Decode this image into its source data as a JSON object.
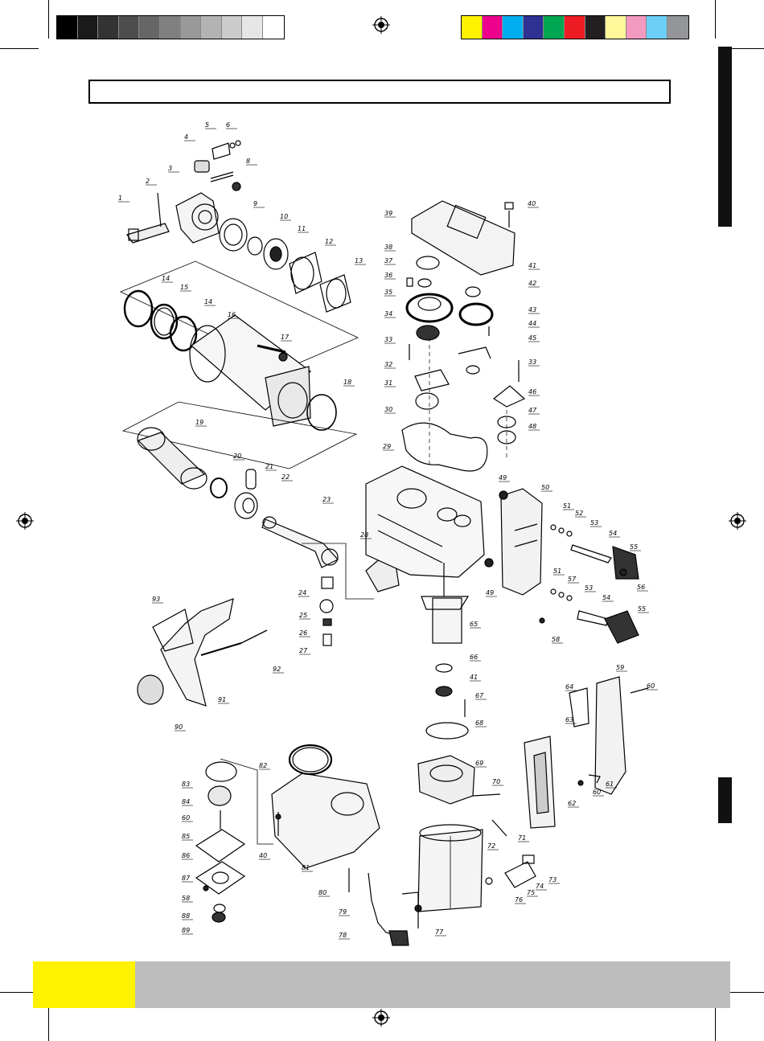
{
  "print_marks": {
    "grayscale_swatches": [
      "#000000",
      "#1a1a1a",
      "#333333",
      "#4d4d4d",
      "#666666",
      "#808080",
      "#999999",
      "#b3b3b3",
      "#cccccc",
      "#e6e6e6",
      "#ffffff"
    ],
    "color_swatches": [
      "#fff200",
      "#ec008c",
      "#00aeef",
      "#2e3192",
      "#00a651",
      "#ed1c24",
      "#231f20",
      "#fff799",
      "#f49ac1",
      "#6dcff6",
      "#939598"
    ]
  },
  "header": {
    "title": ""
  },
  "footer": {
    "accent_color": "#fff200",
    "band_color": "#bdbdbd"
  },
  "parts": [
    {
      "id": "1",
      "label": "1"
    },
    {
      "id": "2",
      "label": "2"
    },
    {
      "id": "3",
      "label": "3"
    },
    {
      "id": "4",
      "label": "4"
    },
    {
      "id": "5",
      "label": "5"
    },
    {
      "id": "6",
      "label": "6"
    },
    {
      "id": "8",
      "label": "8"
    },
    {
      "id": "9",
      "label": "9"
    },
    {
      "id": "10",
      "label": "10"
    },
    {
      "id": "11",
      "label": "11"
    },
    {
      "id": "12",
      "label": "12"
    },
    {
      "id": "13",
      "label": "13"
    },
    {
      "id": "14a",
      "label": "14"
    },
    {
      "id": "15",
      "label": "15"
    },
    {
      "id": "14b",
      "label": "14"
    },
    {
      "id": "16",
      "label": "16"
    },
    {
      "id": "17",
      "label": "17"
    },
    {
      "id": "18",
      "label": "18"
    },
    {
      "id": "19",
      "label": "19"
    },
    {
      "id": "20",
      "label": "20"
    },
    {
      "id": "21",
      "label": "21"
    },
    {
      "id": "22",
      "label": "22"
    },
    {
      "id": "23",
      "label": "23"
    },
    {
      "id": "24",
      "label": "24"
    },
    {
      "id": "25",
      "label": "25"
    },
    {
      "id": "26",
      "label": "26"
    },
    {
      "id": "27",
      "label": "27"
    },
    {
      "id": "28",
      "label": "28"
    },
    {
      "id": "29",
      "label": "29"
    },
    {
      "id": "30",
      "label": "30"
    },
    {
      "id": "31",
      "label": "31"
    },
    {
      "id": "32",
      "label": "32"
    },
    {
      "id": "33a",
      "label": "33"
    },
    {
      "id": "34",
      "label": "34"
    },
    {
      "id": "35",
      "label": "35"
    },
    {
      "id": "36",
      "label": "36"
    },
    {
      "id": "37",
      "label": "37"
    },
    {
      "id": "38",
      "label": "38"
    },
    {
      "id": "39",
      "label": "39"
    },
    {
      "id": "40",
      "label": "40"
    },
    {
      "id": "41a",
      "label": "41"
    },
    {
      "id": "42",
      "label": "42"
    },
    {
      "id": "43",
      "label": "43"
    },
    {
      "id": "44",
      "label": "44"
    },
    {
      "id": "45",
      "label": "45"
    },
    {
      "id": "33b",
      "label": "33"
    },
    {
      "id": "46",
      "label": "46"
    },
    {
      "id": "47",
      "label": "47"
    },
    {
      "id": "48",
      "label": "48"
    },
    {
      "id": "49a",
      "label": "49"
    },
    {
      "id": "50",
      "label": "50"
    },
    {
      "id": "51a",
      "label": "51"
    },
    {
      "id": "52",
      "label": "52"
    },
    {
      "id": "53a",
      "label": "53"
    },
    {
      "id": "54",
      "label": "54"
    },
    {
      "id": "55a",
      "label": "55"
    },
    {
      "id": "56",
      "label": "56"
    },
    {
      "id": "49b",
      "label": "49"
    },
    {
      "id": "51b",
      "label": "51"
    },
    {
      "id": "57",
      "label": "57"
    },
    {
      "id": "53b",
      "label": "53"
    },
    {
      "id": "54b",
      "label": "54"
    },
    {
      "id": "55b",
      "label": "55"
    },
    {
      "id": "58a",
      "label": "58"
    },
    {
      "id": "65",
      "label": "65"
    },
    {
      "id": "66",
      "label": "66"
    },
    {
      "id": "41b",
      "label": "41"
    },
    {
      "id": "67",
      "label": "67"
    },
    {
      "id": "68",
      "label": "68"
    },
    {
      "id": "69",
      "label": "69"
    },
    {
      "id": "70",
      "label": "70"
    },
    {
      "id": "71",
      "label": "71"
    },
    {
      "id": "72",
      "label": "72"
    },
    {
      "id": "73",
      "label": "73"
    },
    {
      "id": "74",
      "label": "74"
    },
    {
      "id": "75",
      "label": "75"
    },
    {
      "id": "76",
      "label": "76"
    },
    {
      "id": "77",
      "label": "77"
    },
    {
      "id": "59",
      "label": "59"
    },
    {
      "id": "60a",
      "label": "60"
    },
    {
      "id": "64",
      "label": "64"
    },
    {
      "id": "63",
      "label": "63"
    },
    {
      "id": "62",
      "label": "62"
    },
    {
      "id": "61",
      "label": "61"
    },
    {
      "id": "60b",
      "label": "60"
    },
    {
      "id": "93",
      "label": "93"
    },
    {
      "id": "92",
      "label": "92"
    },
    {
      "id": "91",
      "label": "91"
    },
    {
      "id": "90",
      "label": "90"
    },
    {
      "id": "82",
      "label": "82"
    },
    {
      "id": "83",
      "label": "83"
    },
    {
      "id": "84",
      "label": "84"
    },
    {
      "id": "60c",
      "label": "60"
    },
    {
      "id": "85",
      "label": "85"
    },
    {
      "id": "86",
      "label": "86"
    },
    {
      "id": "87",
      "label": "87"
    },
    {
      "id": "58b",
      "label": "58"
    },
    {
      "id": "88",
      "label": "88"
    },
    {
      "id": "89",
      "label": "89"
    },
    {
      "id": "40b",
      "label": "40"
    },
    {
      "id": "81",
      "label": "81"
    },
    {
      "id": "80",
      "label": "80"
    },
    {
      "id": "79",
      "label": "79"
    },
    {
      "id": "78",
      "label": "78"
    }
  ]
}
